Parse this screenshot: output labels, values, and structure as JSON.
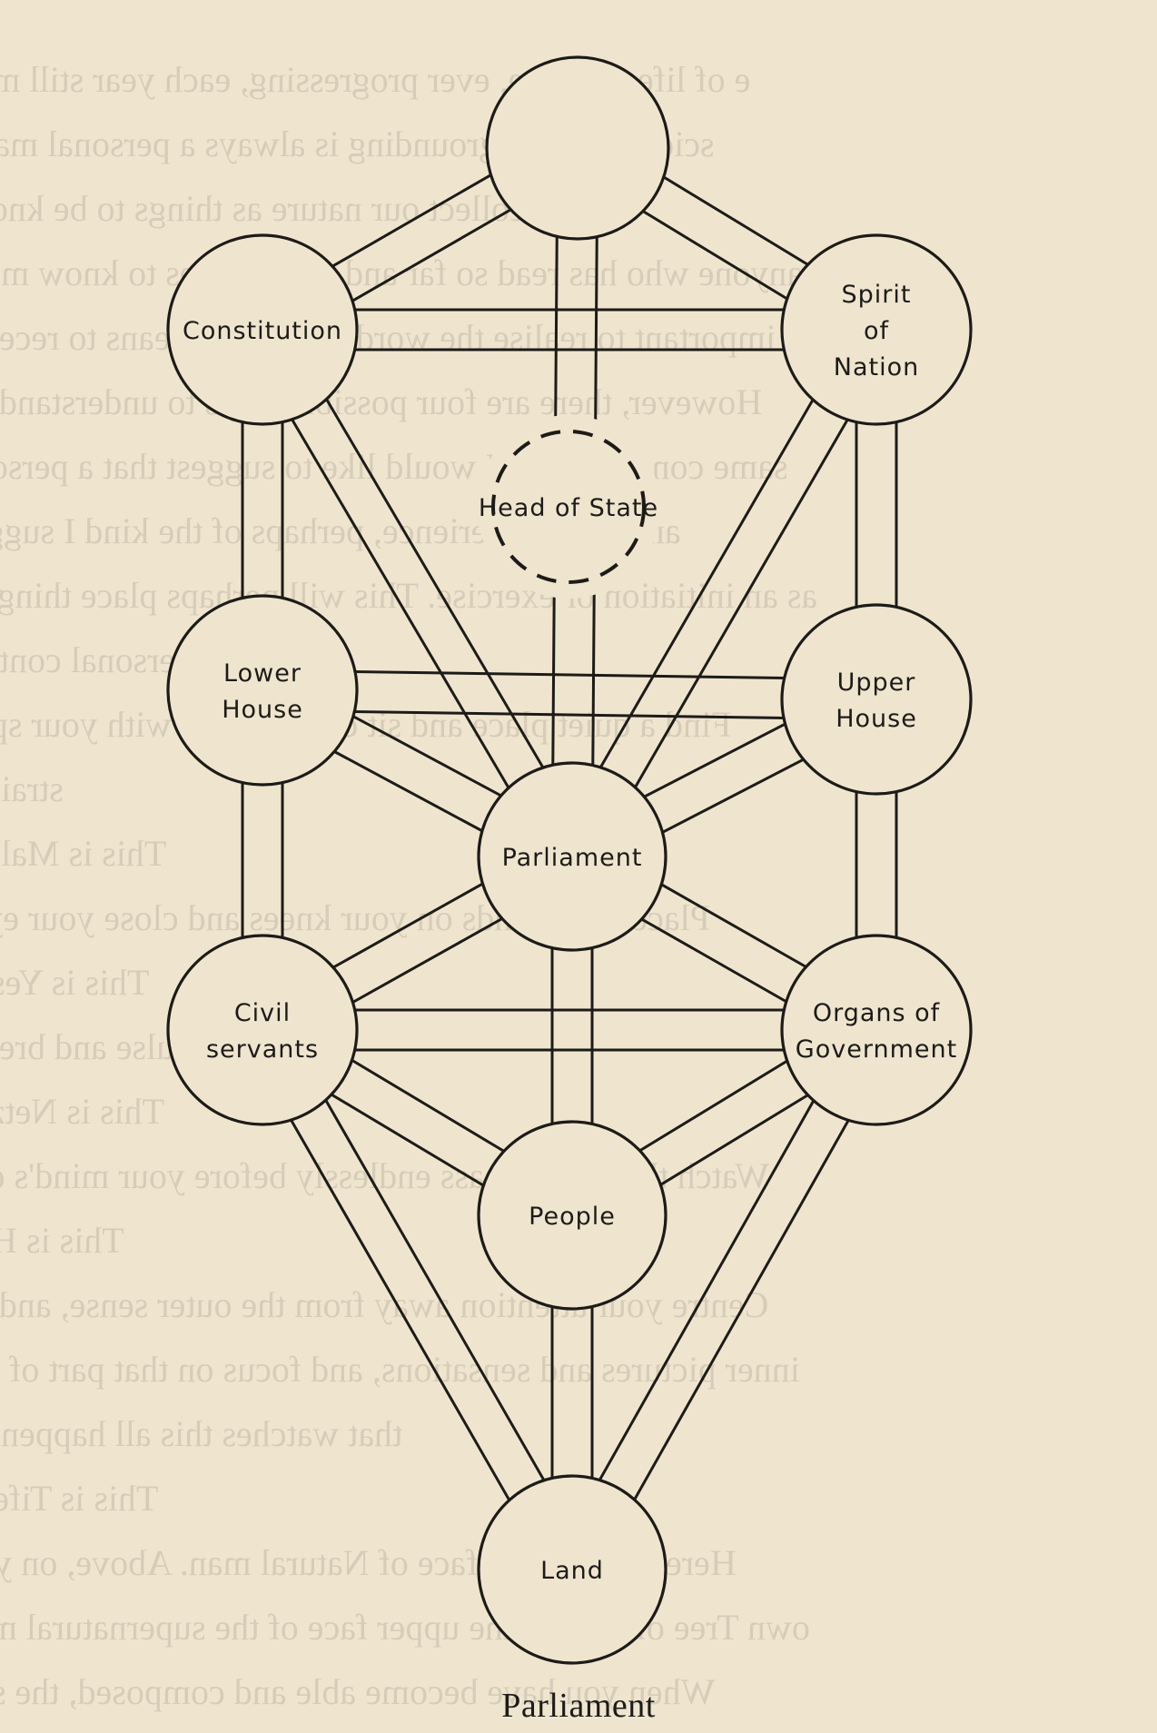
{
  "nodes": {
    "kether": {
      "label": []
    },
    "constitution": {
      "label": [
        "Constitution"
      ]
    },
    "spirit": {
      "label": [
        "Spirit",
        "of",
        "Nation"
      ]
    },
    "headOfState": {
      "label": [
        "Head of State"
      ]
    },
    "lowerHouse": {
      "label": [
        "Lower",
        "House"
      ]
    },
    "upperHouse": {
      "label": [
        "Upper",
        "House"
      ]
    },
    "parliament": {
      "label": [
        "Parliament"
      ]
    },
    "civil": {
      "label": [
        "Civil",
        "servants"
      ]
    },
    "organs": {
      "label": [
        "Organs of",
        "Government"
      ]
    },
    "people": {
      "label": [
        "People"
      ]
    },
    "land": {
      "label": [
        "Land"
      ]
    }
  },
  "caption": "Parliament",
  "bleed_text": [
    "e of life will live, ever progressing, each year still more",
    "sciousness. Its grounding is always a personal matter",
    "must recollect our nature as things to be known",
    "To anyone who has read so far and who wishes to know more,",
    "is important to realise the word Kabbalah means to receive.",
    "However, there are four possible ways to understand the",
    "same concepts, and I would like to suggest that a personal",
    "and clear experience, perhaps of the kind I suggest",
    "as an initiation or exercise. This will perhaps place things in",
    "a personal context.",
    "Find a quiet place and sit comfortably with your spine",
    "straight.",
    "This is Malkut.",
    "Place your hands on your knees and close your eyes.",
    "This is Yesod.",
    "Feel your pulse and breath.",
    "This is Netzah.",
    "Watch the images pass endlessly before your mind's eye.",
    "This is Hod.",
    "Centre your attention away from the outer sense, and the",
    "inner pictures and sensations, and focus on that part of you",
    "that watches this all happening.",
    "This is Tiferet.",
    "Here is the lower face of Natural man. Above, on your",
    "own Tree of Life, is the upper face of the supernatural man.",
    "When you have become able and composed, the soul"
  ]
}
